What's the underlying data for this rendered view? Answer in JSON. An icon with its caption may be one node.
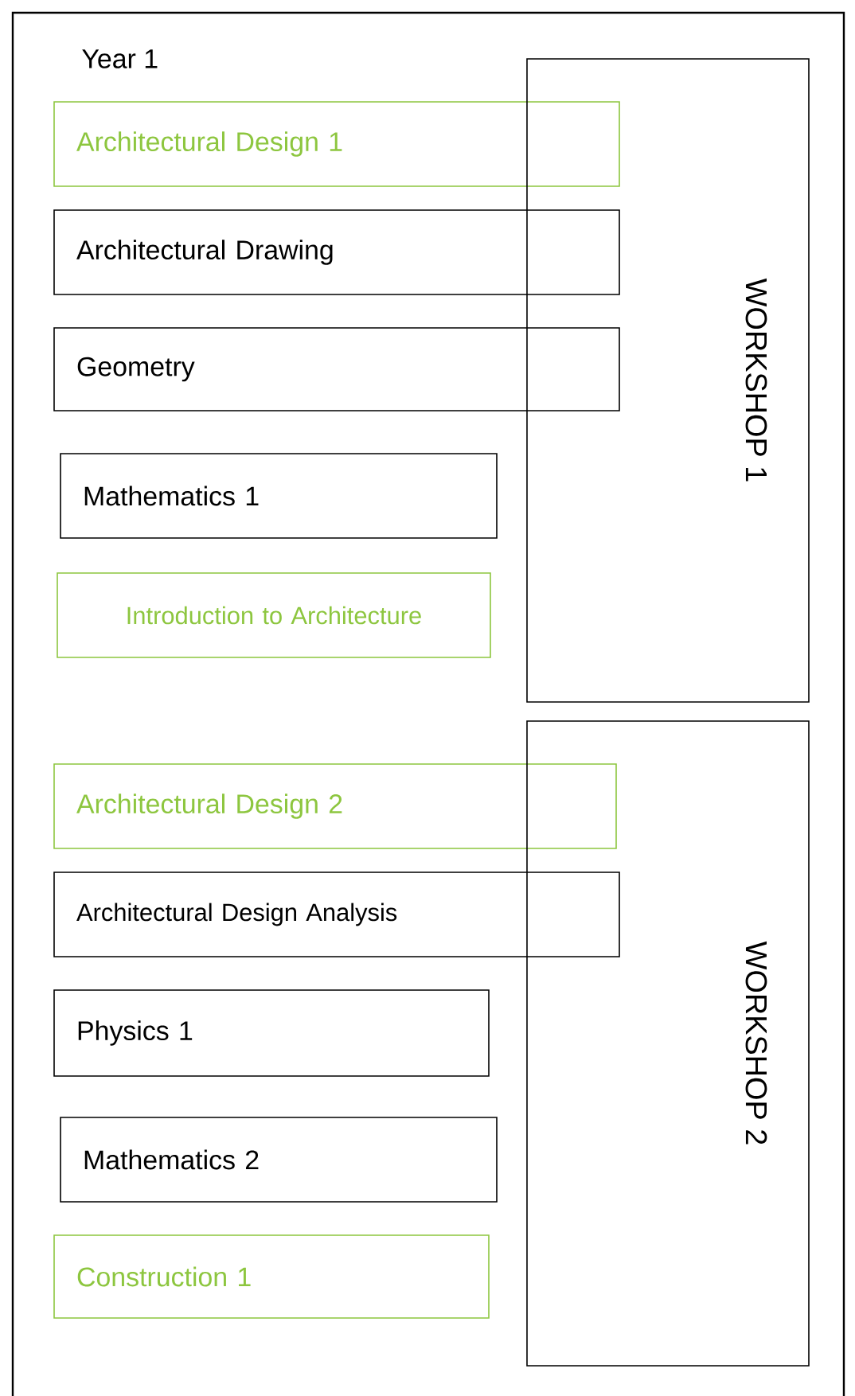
{
  "diagram": {
    "nodes": [
      {
        "text": [
          "Architectural Design 1"
        ]
      },
      {
        "text": [
          "Architectural Drawing"
        ]
      },
      {
        "text": [
          "Geometry"
        ]
      },
      {
        "text": [
          "Mathematics 1"
        ]
      },
      {
        "text": [
          "Introduction to Architecture"
        ]
      },
      {
        "text": [
          "WORKSHOP 1"
        ]
      },
      {
        "text": [
          "Architectural Design 2"
        ]
      },
      {
        "text": [
          "Architectural Design Analysis"
        ]
      },
      {
        "text": [
          "Physics 1"
        ]
      },
      {
        "text": [
          "Mathematics 2"
        ]
      },
      {
        "text": [
          "Construction 1"
        ]
      },
      {
        "text": [
          "WORKSHOP 2"
        ]
      }
    ],
    "labels": [
      "Year 1"
    ]
  }
}
